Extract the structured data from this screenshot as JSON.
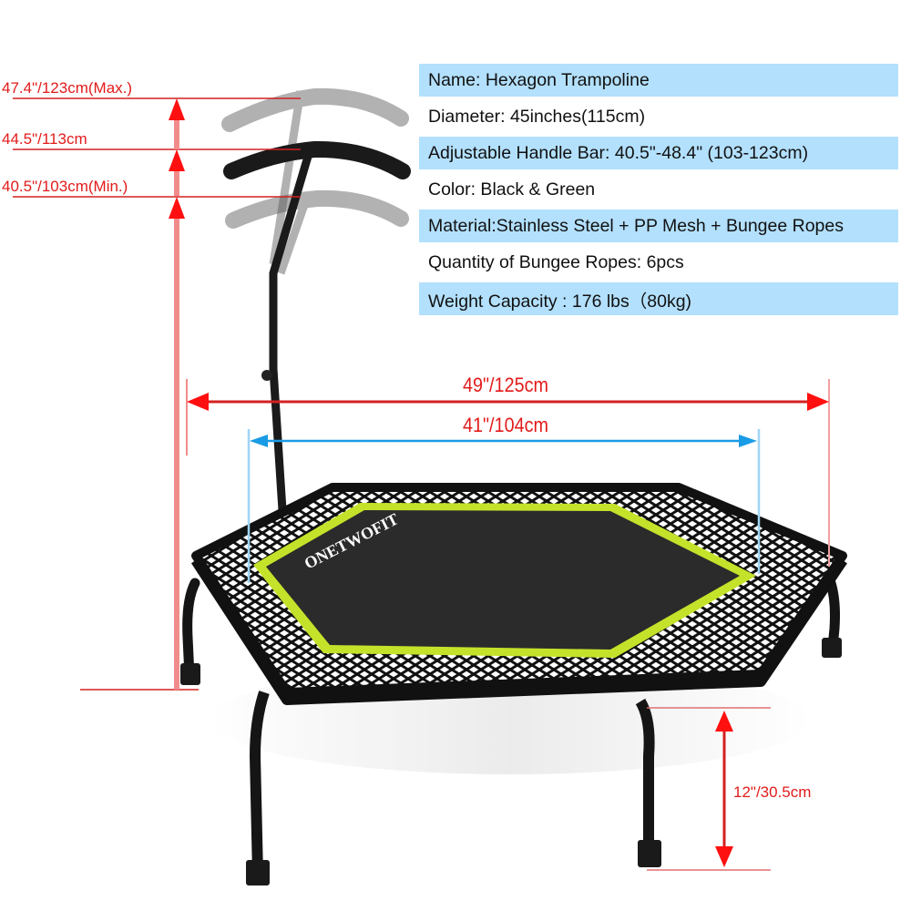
{
  "product": {
    "brand_logo_text": "ONETWOFIT",
    "colors": {
      "dimension_red": "#e21b1b",
      "dimension_light_red": "#f28b8b",
      "dimension_blue": "#1a9be6",
      "dimension_light_blue": "#9fd4f5",
      "spec_row_shade": "#b3e0fd",
      "mat_border_green": "#c5e22a",
      "mat_black": "#2b2b2b",
      "frame_black": "#111111"
    }
  },
  "specs": [
    {
      "label": "Name: Hexagon Trampoline",
      "shaded": true
    },
    {
      "label": "Diameter: 45inches(115cm)",
      "shaded": false
    },
    {
      "label": "Adjustable Handle Bar: 40.5\"-48.4\" (103-123cm)",
      "shaded": true
    },
    {
      "label": "Color: Black & Green",
      "shaded": false
    },
    {
      "label": "Material:Stainless Steel + PP Mesh + Bungee Ropes",
      "shaded": true
    },
    {
      "label": "Quantity of Bungee Ropes: 6pcs",
      "shaded": false
    },
    {
      "label": "Weight Capacity : 176 lbs（80kg)",
      "shaded": true
    }
  ],
  "dimensions": {
    "handle_max": "47.4\"/123cm(Max.)",
    "handle_mid": "44.5\"/113cm",
    "handle_min": "40.5\"/103cm(Min.)",
    "overall_width": "49\"/125cm",
    "mat_width": "41\"/104cm",
    "leg_height": "12\"/30.5cm"
  }
}
